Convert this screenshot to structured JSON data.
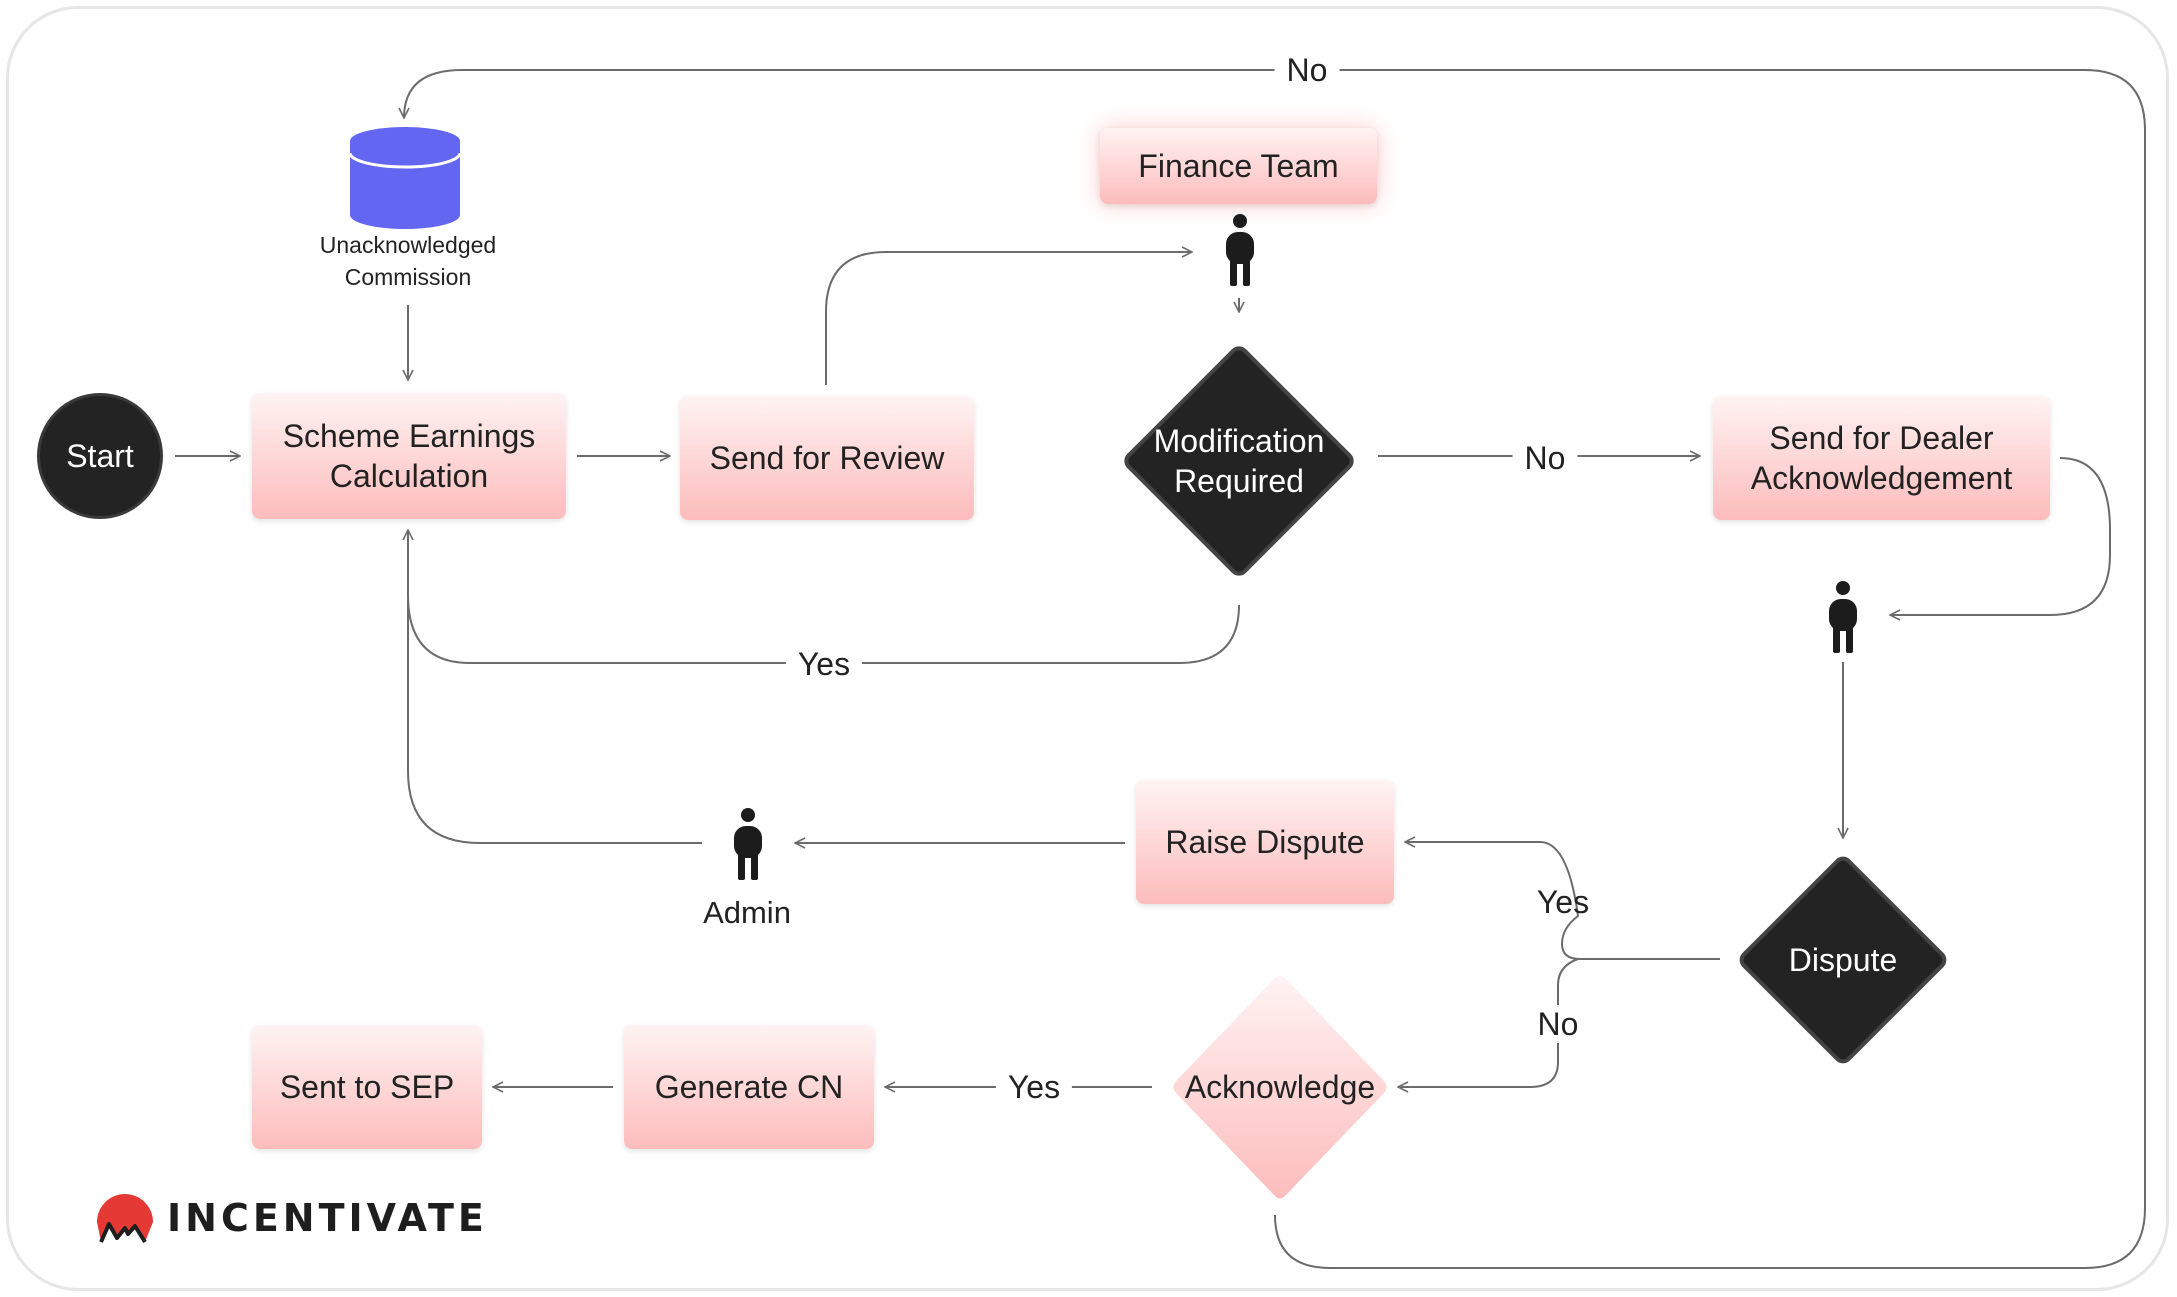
{
  "nodes": {
    "start": "Start",
    "database": "Unacknowledged\nCommission",
    "scheme": "Scheme Earnings\nCalculation",
    "review": "Send for Review",
    "finance": "Finance Team",
    "modification": "Modification\nRequired",
    "dealer": "Send for Dealer\nAcknowledgement",
    "dispute": "Dispute",
    "raise_dispute": "Raise Dispute",
    "admin": "Admin",
    "acknowledge": "Acknowledge",
    "generate_cn": "Generate CN",
    "sent_sep": "Sent to SEP"
  },
  "edge_labels": {
    "top_no": "No",
    "mod_no": "No",
    "mod_yes": "Yes",
    "dispute_yes": "Yes",
    "dispute_no": "No",
    "ack_yes": "Yes"
  },
  "logo": {
    "text": "INCENTIVATE"
  },
  "colors": {
    "box_top": "#fff3f3",
    "box_bottom": "#fdbcbc",
    "dark_node": "#232323",
    "database": "#6366f1",
    "logo_red": "#e53935",
    "edge": "#6b6b6b"
  }
}
